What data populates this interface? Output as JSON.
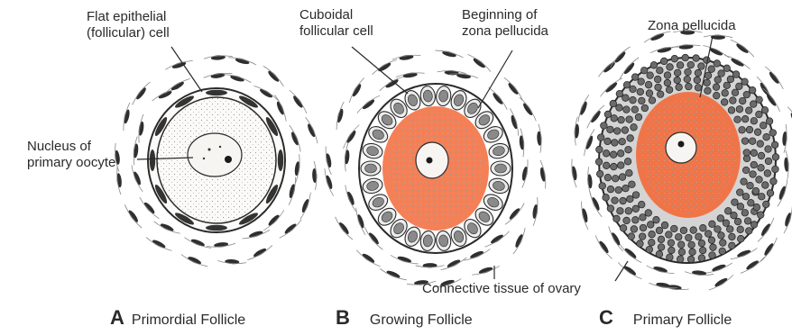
{
  "labels": {
    "flat_cell_line1": "Flat epithelial",
    "flat_cell_line2": "(follicular) cell",
    "nucleus_line1": "Nucleus of",
    "nucleus_line2": "primary oocyte",
    "cuboidal_line1": "Cuboidal",
    "cuboidal_line2": "follicular cell",
    "beginning_line1": "Beginning of",
    "beginning_line2": "zona pellucida",
    "zona": "Zona pellucida",
    "connective": "Connective tissue of ovary"
  },
  "captions": [
    {
      "letter": "A",
      "name": "Primordial Follicle"
    },
    {
      "letter": "B",
      "name": "Growing Follicle"
    },
    {
      "letter": "C",
      "name": "Primary Follicle"
    }
  ],
  "colors": {
    "ink": "#2a2a2a",
    "zona": "#f26a3a",
    "cytoplasm": "#f7f5f2",
    "granulosa": "#cfcfcf"
  }
}
